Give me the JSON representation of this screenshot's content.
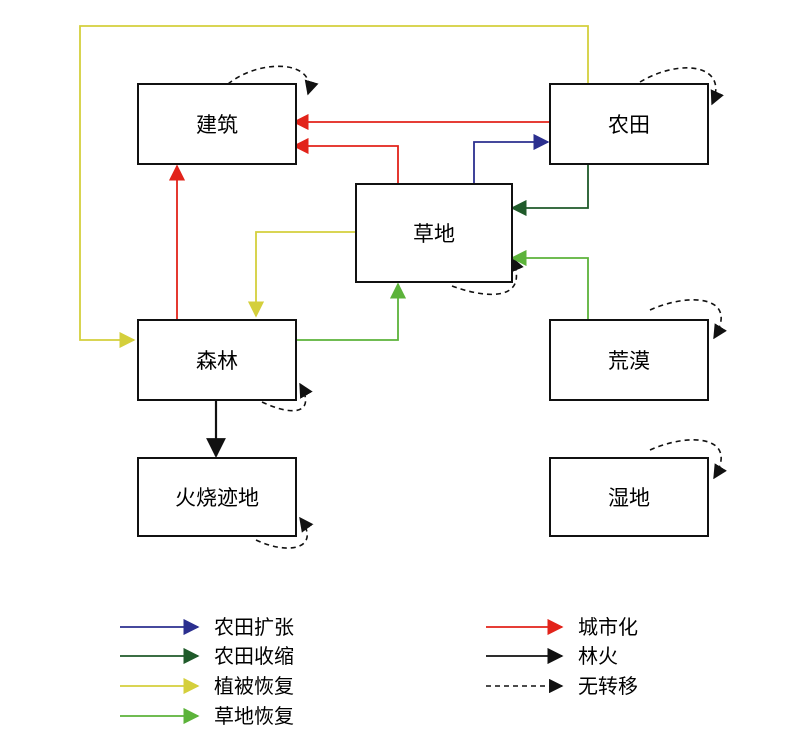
{
  "nodes": {
    "building": "建筑",
    "farmland": "农田",
    "grassland": "草地",
    "forest": "森林",
    "desert": "荒漠",
    "burned": "火烧迹地",
    "wetland": "湿地"
  },
  "legend": {
    "farmland_expansion": "农田扩张",
    "farmland_shrink": "农田收缩",
    "vegetation_recovery": "植被恢复",
    "grassland_recovery": "草地恢复",
    "urbanization": "城市化",
    "forest_fire": "林火",
    "no_transfer": "无转移"
  },
  "colors": {
    "farmland_expansion": "#2b2f8f",
    "farmland_shrink": "#1f5a2a",
    "vegetation_recovery": "#d4cf3c",
    "grassland_recovery": "#5cb33a",
    "urbanization": "#e2231a",
    "forest_fire": "#111111",
    "no_transfer": "#111111"
  }
}
